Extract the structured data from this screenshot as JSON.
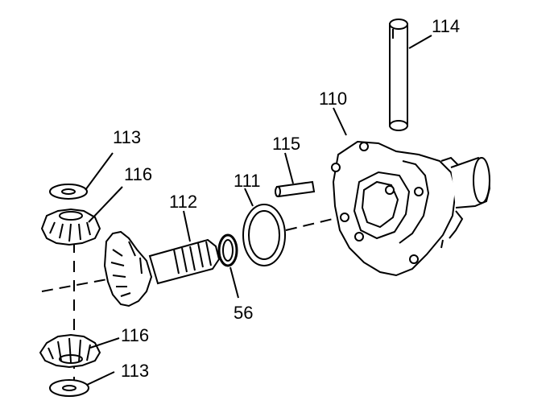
{
  "diagram": {
    "callouts": {
      "pinion_washer_top": "113",
      "pinion_gear_top": "116",
      "side_gear": "112",
      "thrust_washer": "111",
      "retaining_ring": "56",
      "lock_pin": "115",
      "differential_case": "110",
      "pinion_shaft": "114",
      "pinion_gear_bottom": "116",
      "pinion_washer_bottom": "113"
    },
    "colors": {
      "line": "#000000",
      "background": "#ffffff"
    }
  }
}
